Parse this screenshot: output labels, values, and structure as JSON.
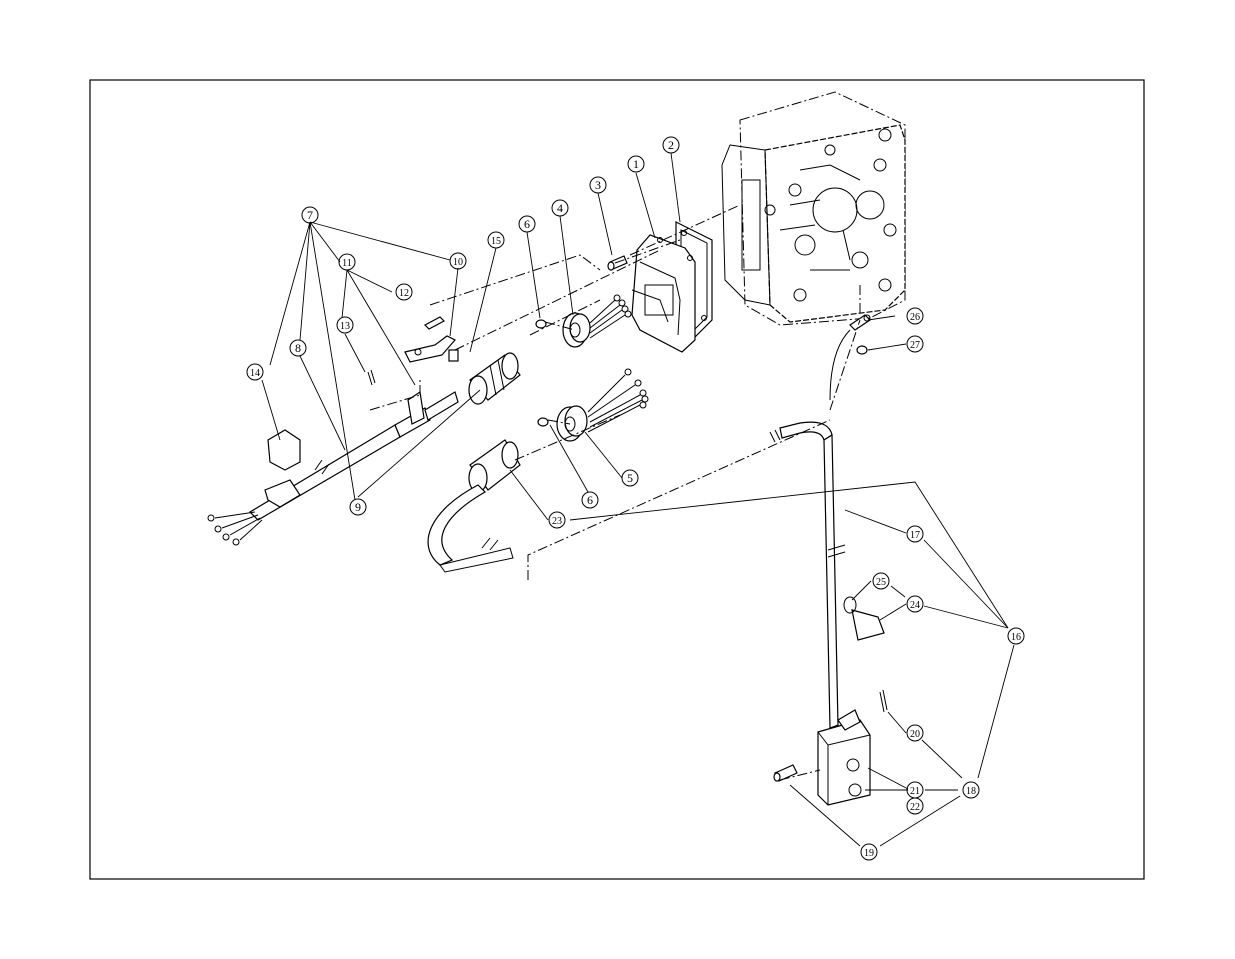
{
  "callouts": [
    {
      "id": "c1",
      "label": "1"
    },
    {
      "id": "c2",
      "label": "2"
    },
    {
      "id": "c3",
      "label": "3"
    },
    {
      "id": "c4",
      "label": "4"
    },
    {
      "id": "c5",
      "label": "5"
    },
    {
      "id": "c6a",
      "label": "6"
    },
    {
      "id": "c6b",
      "label": "6"
    },
    {
      "id": "c7",
      "label": "7"
    },
    {
      "id": "c8",
      "label": "8"
    },
    {
      "id": "c9",
      "label": "9"
    },
    {
      "id": "c10",
      "label": "10"
    },
    {
      "id": "c11",
      "label": "11"
    },
    {
      "id": "c12",
      "label": "12"
    },
    {
      "id": "c13",
      "label": "13"
    },
    {
      "id": "c14",
      "label": "14"
    },
    {
      "id": "c15",
      "label": "15"
    },
    {
      "id": "c16",
      "label": "16"
    },
    {
      "id": "c17",
      "label": "17"
    },
    {
      "id": "c18",
      "label": "18"
    },
    {
      "id": "c19",
      "label": "19"
    },
    {
      "id": "c20",
      "label": "20"
    },
    {
      "id": "c21",
      "label": "21"
    },
    {
      "id": "c22",
      "label": "22"
    },
    {
      "id": "c23",
      "label": "23"
    },
    {
      "id": "c24",
      "label": "24"
    },
    {
      "id": "c25",
      "label": "25"
    },
    {
      "id": "c26",
      "label": "26"
    },
    {
      "id": "c27",
      "label": "27"
    }
  ]
}
